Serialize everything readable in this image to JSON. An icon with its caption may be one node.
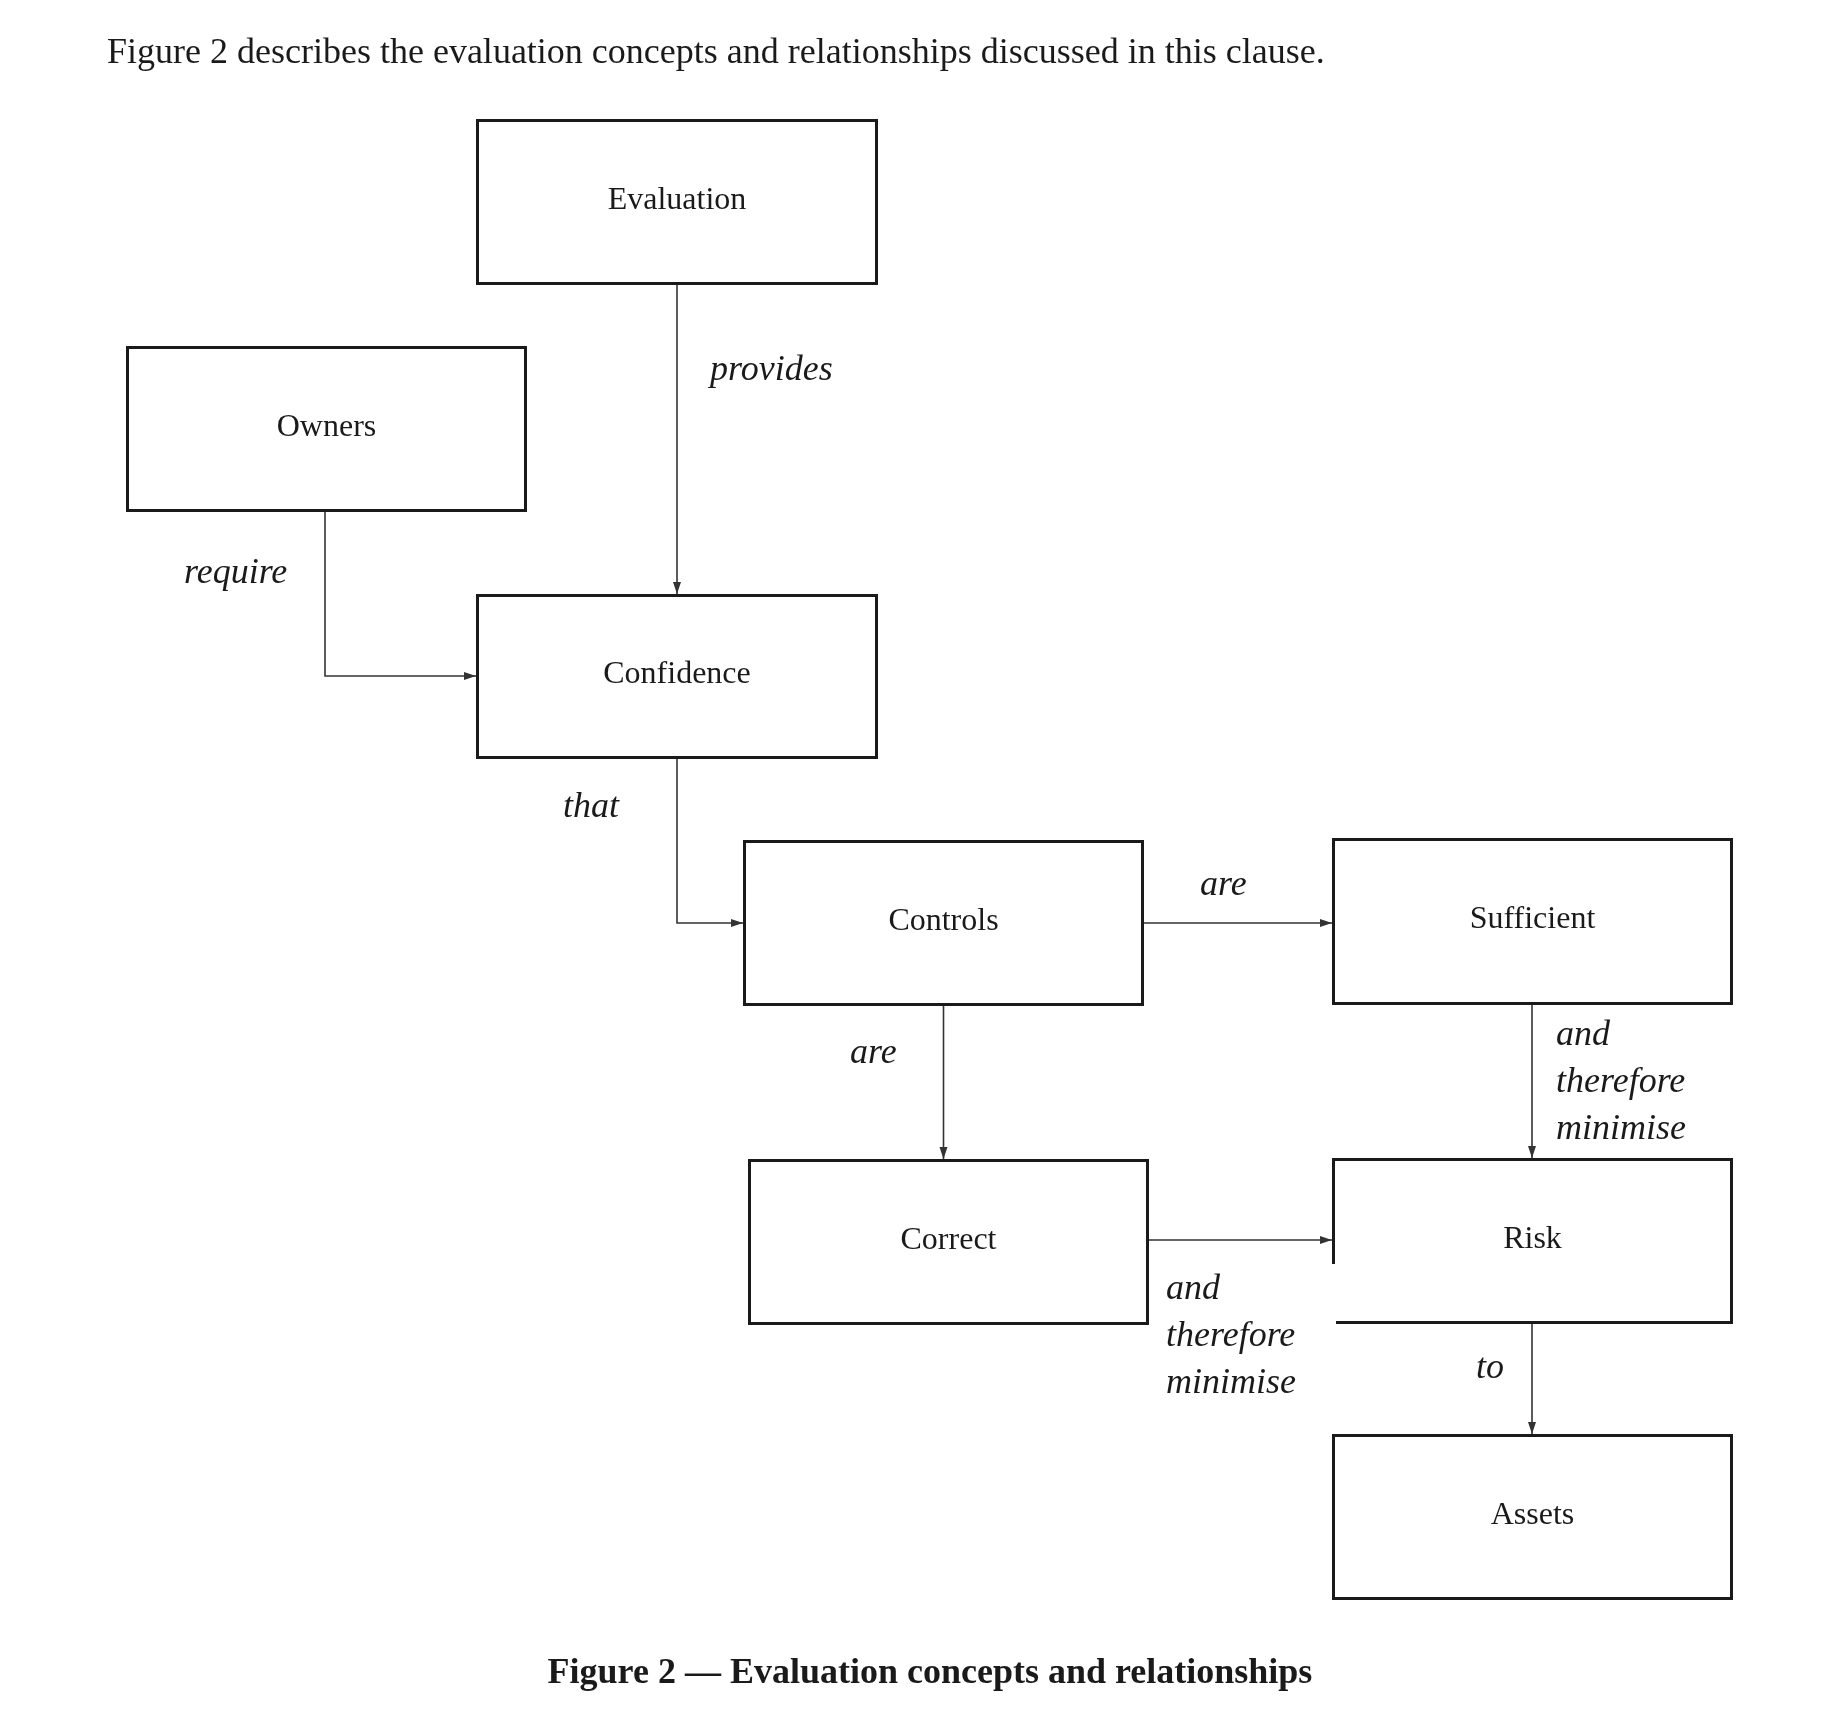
{
  "diagram": {
    "caption": "Figure 2 — Evaluation concepts and relationships",
    "nodes": [
      {
        "text": [
          "Evaluation"
        ]
      },
      {
        "text": [
          "Owners"
        ]
      },
      {
        "text": [
          "Confidence"
        ]
      },
      {
        "text": [
          "Controls"
        ]
      },
      {
        "text": [
          "Sufficient"
        ]
      },
      {
        "text": [
          "Correct"
        ]
      },
      {
        "text": [
          "Risk"
        ]
      },
      {
        "text": [
          "Assets"
        ]
      }
    ],
    "edges": [
      {
        "from": 0,
        "to": 2,
        "arrow": "to",
        "label": "provides"
      },
      {
        "from": 1,
        "to": 2,
        "arrow": "to",
        "label": "require"
      },
      {
        "from": 2,
        "to": 3,
        "arrow": "to",
        "label": "that"
      },
      {
        "from": 3,
        "to": 4,
        "arrow": "to",
        "label": "are"
      },
      {
        "from": 3,
        "to": 5,
        "arrow": "to",
        "label": "are"
      },
      {
        "from": 4,
        "to": 6,
        "arrow": "to",
        "label": "and therefore minimise"
      },
      {
        "from": 5,
        "to": 6,
        "arrow": "to",
        "label": "and therefore minimise"
      },
      {
        "from": 6,
        "to": 7,
        "arrow": "to",
        "label": "to"
      }
    ],
    "labels": [
      "Figure 2 describes the evaluation concepts and relationships discussed in this clause."
    ]
  }
}
